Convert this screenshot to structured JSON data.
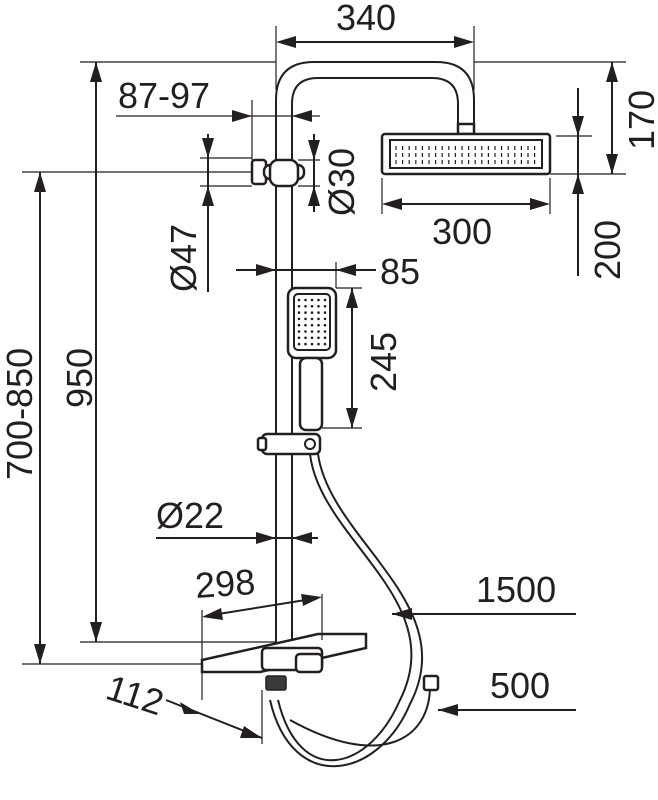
{
  "dimensions": {
    "head_arm_width": "340",
    "wall_offset": "87-97",
    "bracket_diameter": "Ø30",
    "head_height": "170",
    "head_width": "300",
    "head_drop": "200",
    "wall_mount_diameter": "Ø47",
    "hand_shower_depth": "85",
    "hand_shower_length": "245",
    "rail_length": "950",
    "install_height": "700-850",
    "rail_diameter": "Ø22",
    "shelf_width": "298",
    "hose_length": "1500",
    "outlet_length": "500",
    "shelf_depth": "112"
  },
  "colors": {
    "line": "#231f20",
    "background": "#ffffff"
  }
}
